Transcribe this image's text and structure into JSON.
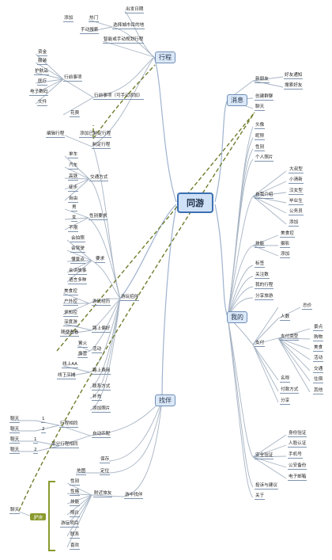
{
  "center": "同游",
  "branches": {
    "itinerary": "行程",
    "message": "消息",
    "me": "我的",
    "partner": "找伴"
  },
  "labels": {
    "start_date": "出发日期",
    "choose_city": "选择城市目的地",
    "add": "添加",
    "hot": "热门",
    "manual_search": "手动搜索",
    "smart_plan": "智能或手动规划行程",
    "funds": "资金",
    "clothes": "服装",
    "skincare": "护肤品",
    "medical": "医疗",
    "electronics": "电子数码",
    "documents": "文件",
    "travel_items": "行前事项",
    "travel_items_opt": "行前事项（可手动添加）",
    "cost": "花费",
    "edit_itinerary": "编辑行程",
    "add_existing": "添加已制定行程",
    "make_itinerary": "制定行程",
    "bicycle": "单车",
    "car": "汽车",
    "high_speed": "高铁",
    "walking": "徒步",
    "free": "自由",
    "transport": "交通方式",
    "male": "男",
    "female": "女",
    "unlimited": "不限",
    "gender_req": "性别要求",
    "photo": "会拍照",
    "driving": "会驾驶",
    "scenic": "懂景点",
    "storytelling": "会讲故事",
    "languages": "语言多种",
    "requirements": "要求",
    "food": "美食控",
    "outdoor": "户外控",
    "knowledge": "求知控",
    "deep_travel": "深度游",
    "casual": "随便看看",
    "travel_exp": "游玩经历",
    "route_pref": "路上偏好",
    "bonfire": "篝火",
    "kayak": "露营",
    "activity": "活动",
    "online_aa": "线上AA",
    "offline_split": "线下平摊",
    "route_cost": "路上费用",
    "contact": "联系方式",
    "note": "补充",
    "add_photo": "添加照片",
    "recruit": "游玩招伴",
    "chat": "聊天",
    "one": "1",
    "two": "2",
    "itin_same": "行程相同",
    "auto_match": "自动匹配",
    "partial_same": "部分行程相同",
    "save": "保存",
    "map": "地图",
    "locate": "定位",
    "gender": "性别",
    "personality": "性格",
    "skill": "技能",
    "photos": "照片",
    "play_items": "游玩项目",
    "play_contact": "联系",
    "likes": "喜欢",
    "nearby": "附近旅友",
    "in_travel": "游中找伴",
    "companion_tag": "驴友",
    "new_friend": "新朋友",
    "friend_notice": "好友通知",
    "search_friend": "搜索好友",
    "create_group": "创建群聊",
    "avatar": "头像",
    "nickname": "昵称",
    "sex": "性别",
    "profile_photo": "个人照片",
    "big_type": "大叔型",
    "little_fresh": "小清新",
    "guy_type": "汉女型",
    "student": "毕业生",
    "office": "公务员",
    "self_intro": "自我介绍",
    "food_ctrl": "美食控",
    "photography": "摄影",
    "skills": "技能",
    "tags": "标签",
    "follow": "关注数",
    "my_itinerary": "我的行程",
    "share": "分享旅游",
    "total_price": "总价",
    "num_people": "人数",
    "scenery": "景点",
    "shopping": "购物",
    "delicacy": "美食",
    "events": "活动",
    "traffic": "交通",
    "lodging": "住宿",
    "others": "其他",
    "pay_type": "支付类型",
    "payment": "支付",
    "name": "名称",
    "pay_method": "付款方式",
    "sharing": "分享",
    "identity_verify": "身份验证",
    "face_verify": "人脸认证",
    "phone": "手机号",
    "police_backup": "公安备份",
    "email": "电子邮箱",
    "security": "安全验证",
    "complaint": "投诉与建议",
    "about": "关于"
  }
}
